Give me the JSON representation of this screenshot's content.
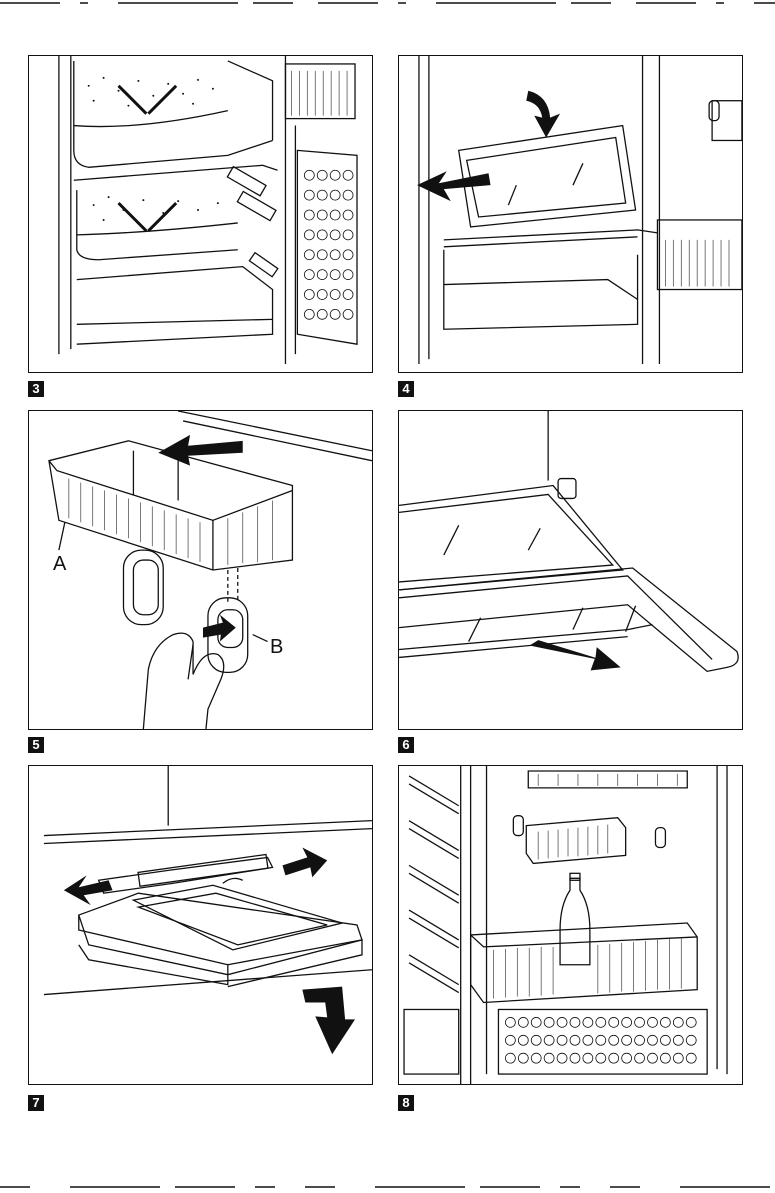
{
  "figures": [
    {
      "number": "3"
    },
    {
      "number": "4"
    },
    {
      "number": "5",
      "labels": {
        "a": "A",
        "b": "B"
      }
    },
    {
      "number": "6"
    },
    {
      "number": "7"
    },
    {
      "number": "8"
    }
  ],
  "colors": {
    "ink": "#111111",
    "paper": "#ffffff",
    "hatch": "#555555"
  }
}
